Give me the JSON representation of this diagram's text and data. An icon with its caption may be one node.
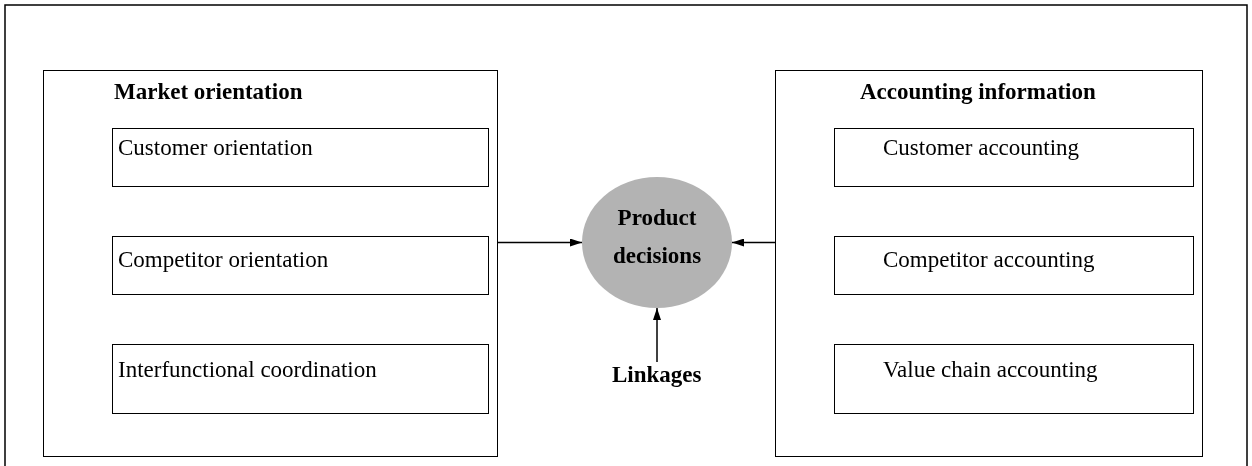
{
  "diagram": {
    "nodes": [
      {
        "text": [
          "Market orientation"
        ]
      },
      {
        "text": [
          "Customer orientation"
        ],
        "in": 0
      },
      {
        "text": [
          "Competitor orientation"
        ],
        "in": 0
      },
      {
        "text": [
          "Interfunctional coordination"
        ],
        "in": 0
      },
      {
        "text": [
          "Product decisions"
        ]
      },
      {
        "text": [
          "Accounting information"
        ]
      },
      {
        "text": [
          "Customer accounting"
        ],
        "in": 5
      },
      {
        "text": [
          "Competitor accounting"
        ],
        "in": 5
      },
      {
        "text": [
          "Value chain accounting"
        ],
        "in": 5
      },
      {
        "text": [
          "Linkages"
        ]
      }
    ],
    "edges": [
      {
        "from": 0,
        "to": 4,
        "arrow": "to"
      },
      {
        "from": 5,
        "to": 4,
        "arrow": "to"
      },
      {
        "from": 9,
        "to": 4,
        "arrow": "to"
      }
    ]
  }
}
